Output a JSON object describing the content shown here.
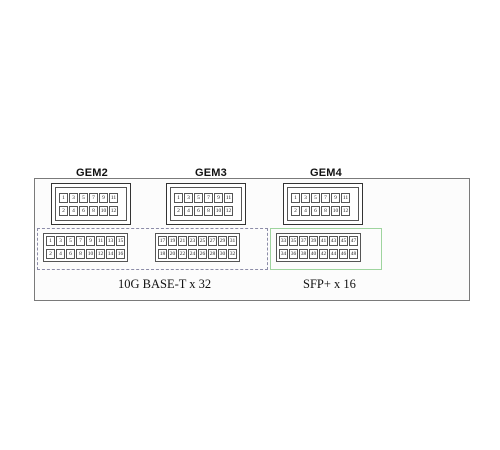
{
  "gem_modules": [
    {
      "title": "GEM2",
      "top_row": [
        "1",
        "3",
        "5",
        "7",
        "9",
        "11"
      ],
      "bottom_row": [
        "2",
        "4",
        "6",
        "8",
        "10",
        "12"
      ]
    },
    {
      "title": "GEM3",
      "top_row": [
        "1",
        "3",
        "5",
        "7",
        "9",
        "11"
      ],
      "bottom_row": [
        "2",
        "4",
        "6",
        "8",
        "10",
        "12"
      ]
    },
    {
      "title": "GEM4",
      "top_row": [
        "1",
        "3",
        "5",
        "7",
        "9",
        "11"
      ],
      "bottom_row": [
        "2",
        "4",
        "6",
        "8",
        "10",
        "12"
      ]
    }
  ],
  "base_t": {
    "label": "10G BASE-T x 32",
    "blocks": [
      {
        "top_row": [
          "1",
          "3",
          "5",
          "7",
          "9",
          "11",
          "13",
          "15"
        ],
        "bottom_row": [
          "2",
          "4",
          "6",
          "8",
          "10",
          "12",
          "14",
          "16"
        ]
      },
      {
        "top_row": [
          "17",
          "19",
          "21",
          "23",
          "25",
          "27",
          "29",
          "31"
        ],
        "bottom_row": [
          "18",
          "20",
          "22",
          "24",
          "26",
          "28",
          "30",
          "32"
        ]
      }
    ]
  },
  "sfp": {
    "label": "SFP+ x 16",
    "blocks": [
      {
        "top_row": [
          "33",
          "35",
          "37",
          "39",
          "41",
          "43",
          "45",
          "47"
        ],
        "bottom_row": [
          "34",
          "36",
          "38",
          "40",
          "42",
          "44",
          "46",
          "48"
        ]
      }
    ]
  },
  "colors": {
    "base_group_border": "#8c8ca8",
    "sfp_group_border": "#9ed49e",
    "port_border": "#555555"
  }
}
